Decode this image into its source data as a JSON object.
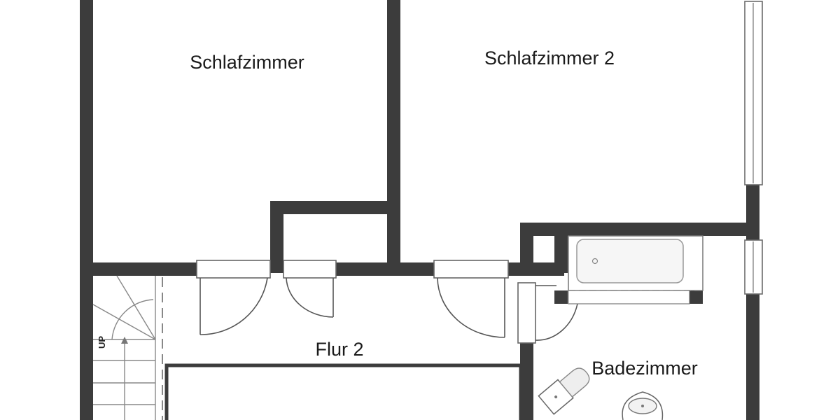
{
  "plan": {
    "rooms": [
      {
        "id": "schlafzimmer",
        "label": "Schlafzimmer"
      },
      {
        "id": "schlafzimmer2",
        "label": "Schlafzimmer 2"
      },
      {
        "id": "flur2",
        "label": "Flur 2"
      },
      {
        "id": "badezimmer",
        "label": "Badezimmer"
      }
    ],
    "stairs": {
      "direction_label": "UP"
    },
    "colors": {
      "wall": "#3c3c3c",
      "fixture_line": "#555555",
      "background": "#ffffff"
    }
  }
}
